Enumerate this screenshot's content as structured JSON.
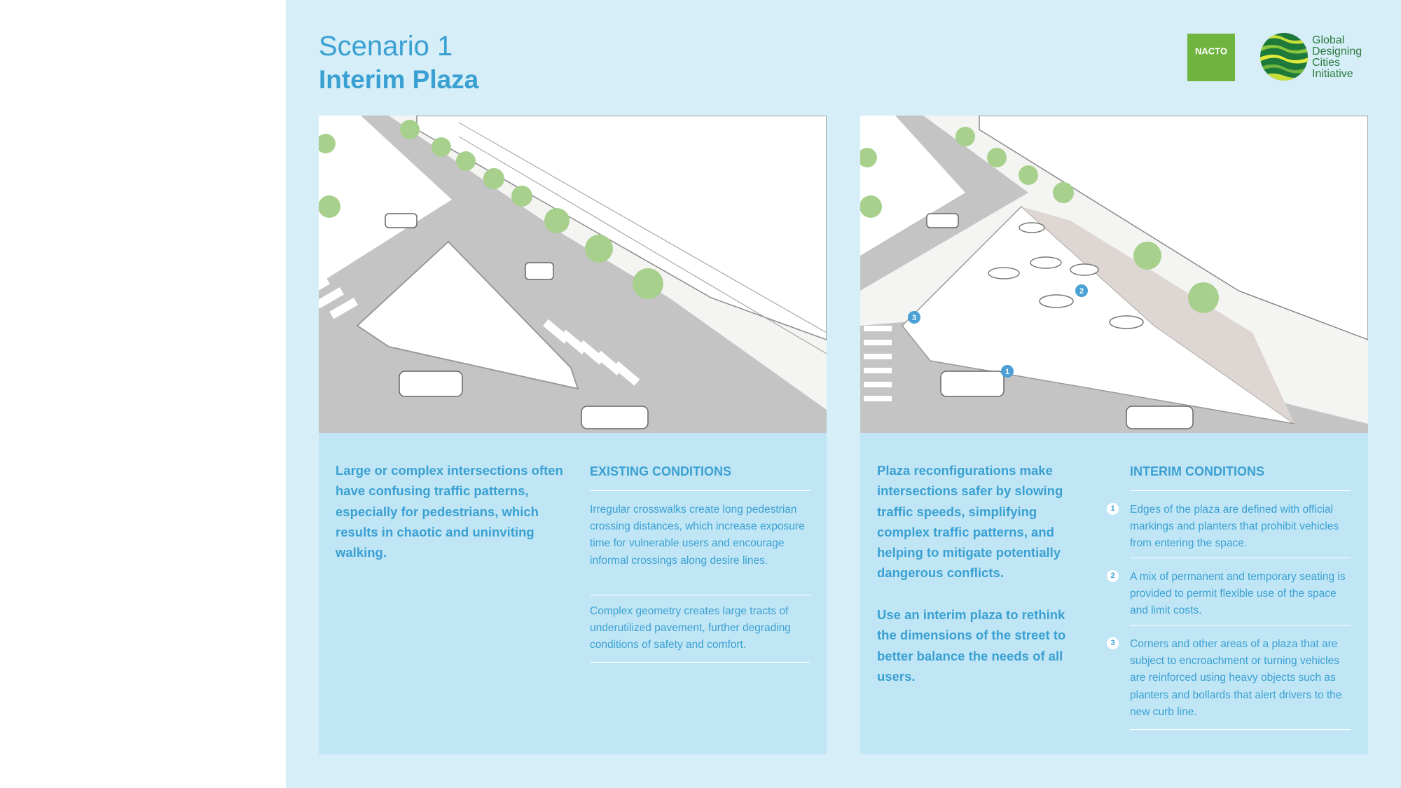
{
  "header": {
    "scenario": "Scenario 1",
    "title": "Interim Plaza"
  },
  "logos": {
    "nacto": "NACTO",
    "gdci_lines": [
      "Global",
      "Designing",
      "Cities",
      "Initiative"
    ]
  },
  "existing": {
    "lead": "Large or complex intersections often have confusing traffic patterns, especially for pedestrians, which results in chaotic and uninviting walking.",
    "heading": "EXISTING CONDITIONS",
    "items": [
      "Irregular crosswalks create long pedestrian crossing distances, which increase exposure time for vulnerable users and encourage informal crossings along desire lines.",
      "Complex geometry creates large tracts of underutilized pavement, further degrading conditions of safety and comfort."
    ]
  },
  "interim": {
    "lead": "Plaza reconfigurations make intersections safer by slowing traffic speeds, simplifying complex traffic patterns, and helping to mitigate potentially dangerous conflicts.",
    "lead2": "Use an interim plaza to rethink the dimensions of the street to better balance the needs of all users.",
    "heading": "INTERIM CONDITIONS",
    "items": [
      {
        "num": "1",
        "text": "Edges of the plaza are defined with official markings and planters that prohibit vehicles from entering the space."
      },
      {
        "num": "2",
        "text": "A mix of permanent and temporary seating is provided to permit flexible use of the space and limit costs."
      },
      {
        "num": "3",
        "text": "Corners and other areas of a plaza that are subject to encroachment or turning vehicles are reinforced using heavy objects such as planters and bollards that alert drivers to the new curb line."
      }
    ]
  },
  "colors": {
    "accent": "#3aa0d2",
    "panel": "#d6eef8",
    "card": "#c0e6f5",
    "tree": "#a8d08d",
    "road": "#c2c2c2"
  }
}
